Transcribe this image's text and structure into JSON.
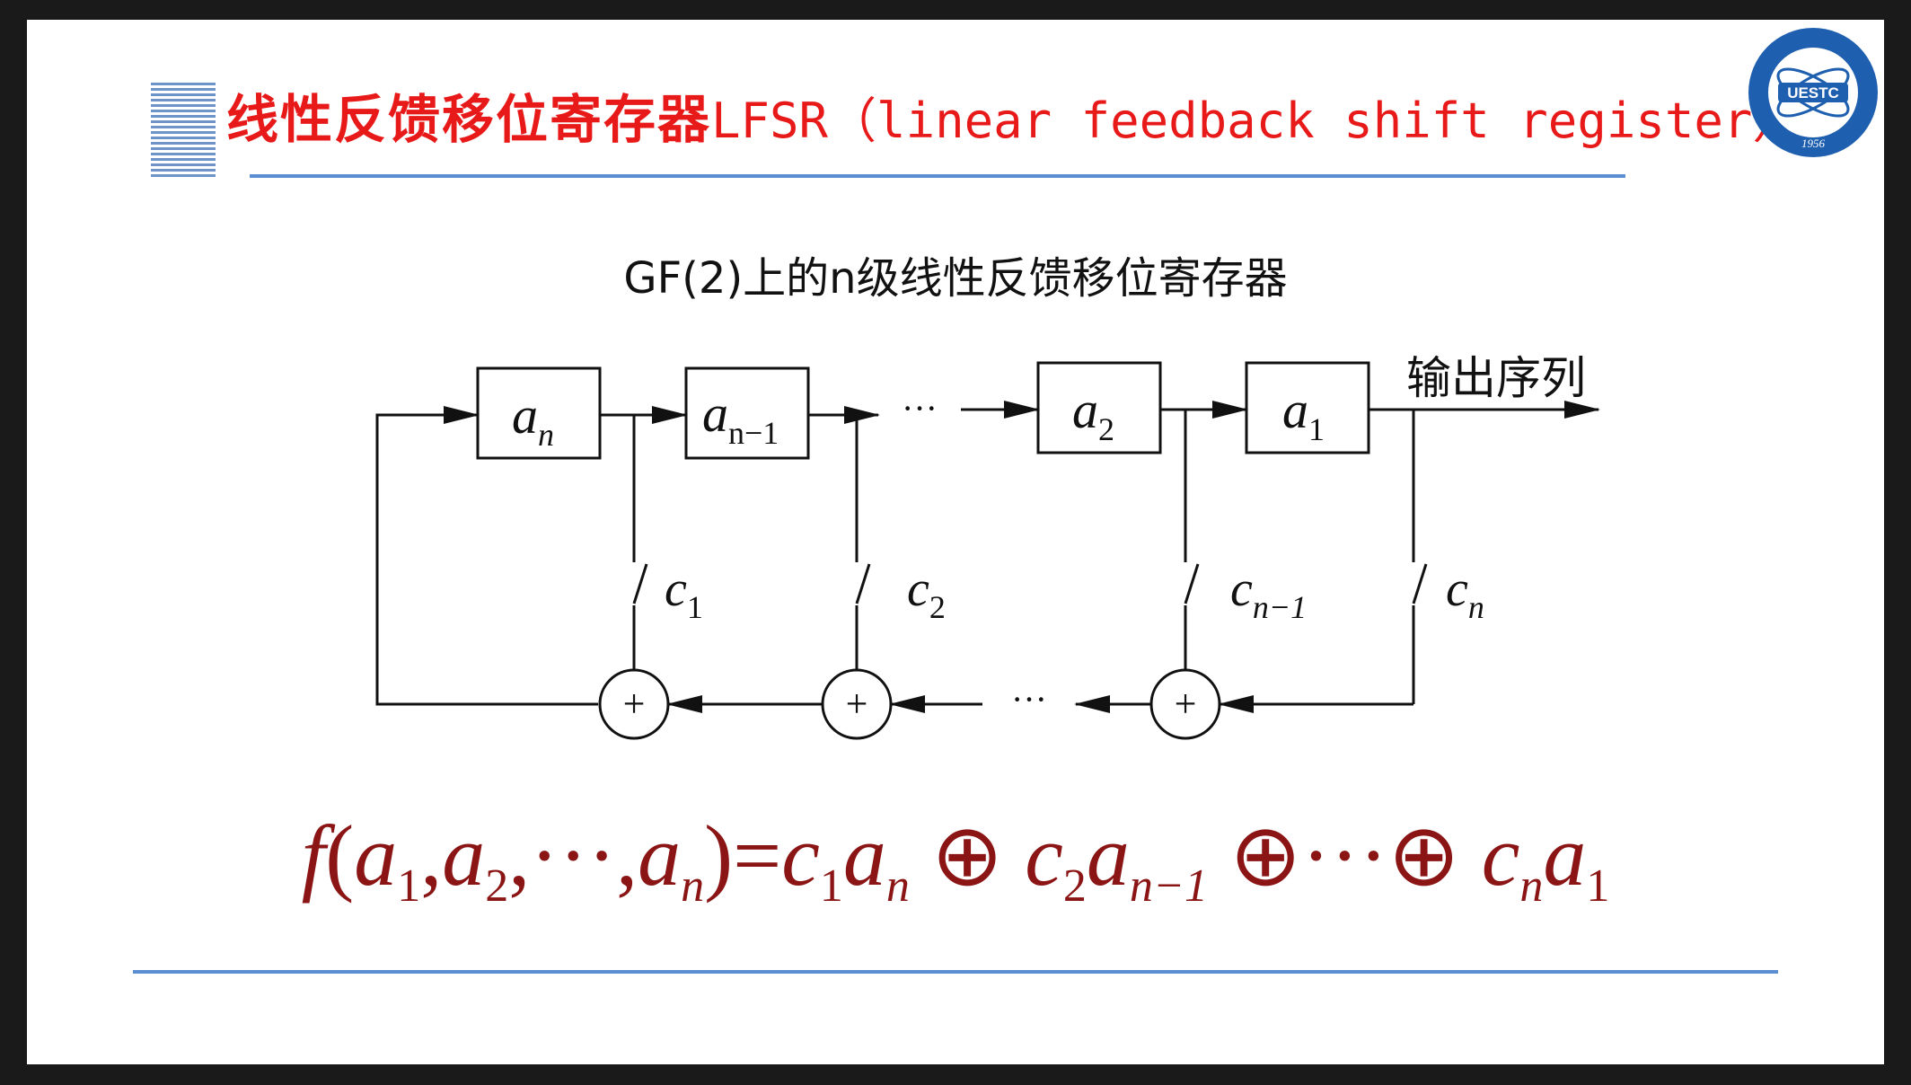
{
  "title": {
    "zh": "线性反馈移位寄存器",
    "en": "LFSR（linear feedback shift register）"
  },
  "logo": {
    "text": "UESTC",
    "year": "1956"
  },
  "subtitle": "GF(2)上的n级线性反馈移位寄存器",
  "diagram": {
    "output_label": "输出序列",
    "registers": [
      {
        "sym": "a",
        "sub": "n"
      },
      {
        "sym": "a",
        "sub": "n−1"
      },
      {
        "sym": "a",
        "sub": "2"
      },
      {
        "sym": "a",
        "sub": "1"
      }
    ],
    "switches": [
      {
        "sym": "c",
        "sub": "1"
      },
      {
        "sym": "c",
        "sub": "2"
      },
      {
        "sym": "c",
        "sub": "n−1"
      },
      {
        "sym": "c",
        "sub": "n"
      }
    ],
    "ellipsis": "···",
    "xor_symbol": "+"
  },
  "formula": {
    "f": "f",
    "a": "a",
    "c": "c",
    "s1": "1",
    "s2": "2",
    "sn": "n",
    "snm1": "n−1",
    "dots": "···",
    "eq": "=",
    "xor": "⊕",
    "comma": ",",
    "lparen": "(",
    "rparen": ")"
  },
  "colors": {
    "title": "#e81919",
    "rule": "#5b8fd1",
    "formula": "#8b1414",
    "logo": "#1f5fb0"
  }
}
